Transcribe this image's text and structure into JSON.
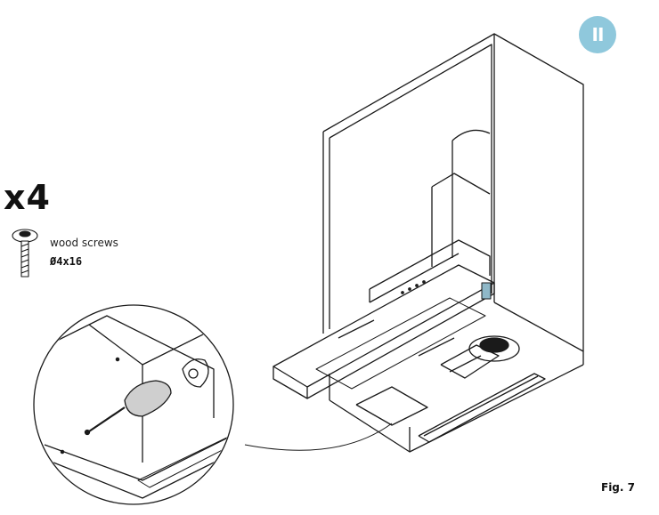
{
  "step": {
    "badge": "II"
  },
  "hardware": {
    "quantity": "x4",
    "name": "wood screws",
    "size": "Ø4x16"
  },
  "figure": {
    "label": "Fig. 7"
  },
  "colors": {
    "badge": "#8fc8dc",
    "line": "#1a1a1a",
    "bracket": "#8fb8c8"
  },
  "icons": [
    "wood-screw-icon",
    "screwdriver-icon",
    "cooker-hood-illustration"
  ]
}
